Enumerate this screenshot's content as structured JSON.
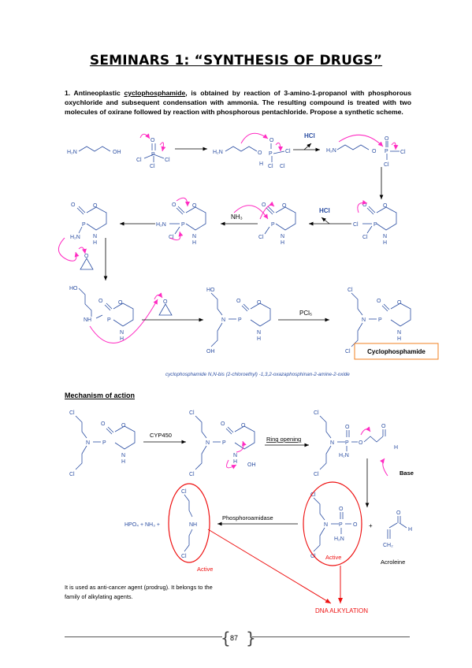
{
  "title": "SEMINARS 1: “SYNTHESIS OF DRUGS”",
  "question": {
    "num": "1.",
    "part1": "Antineoplastic",
    "drug": "cyclophosphamide",
    "part2": ", is obtained by reaction of 3-amino-1-propanol with phosphorous oxychloride and subsequent condensation with ammonia. The resulting compound is treated with two molecules of oxirane followed by reaction with phosphorous pentachloride. Propose a synthetic scheme."
  },
  "scheme": {
    "reagent_hcl": "HCl",
    "reagent_nh3": "NH₃",
    "reagent_pcl5": "PCl₅",
    "product_box": "Cyclophosphamide",
    "iupac": "cyclophosphamide  N,N-bis (2-chloroethyl) -1,3,2-oxazaphosphinan-2-amine-2-oxide"
  },
  "mechanism": {
    "heading": "Mechanism of action",
    "cyp": "CYP450",
    "ring_opening": "Ring opening",
    "base": "Base",
    "phosphoroamidase": "Phosphoroamidase",
    "hpo4_line": "HPO₄  +  NH₃    +",
    "active": "Active",
    "acroleine": "Acroleine",
    "dna": "DNA ALKYLATION"
  },
  "use_text": "It is used as anti-cancer agent (prodrug). It belongs to the family of alkylating agents.",
  "page_number": "87",
  "colors": {
    "structure": "#2b4ea2",
    "curly_arrow": "#ff2bc2",
    "highlight": "#ee1111",
    "box": "#f08020"
  }
}
